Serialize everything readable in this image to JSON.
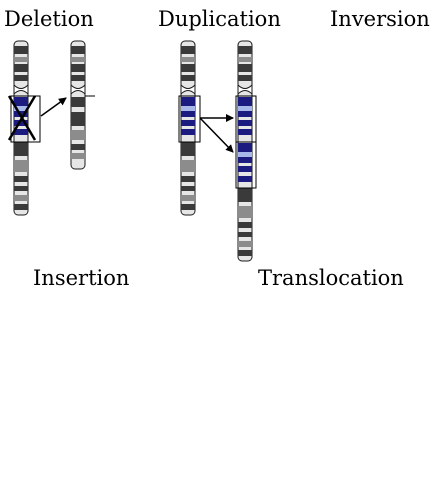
{
  "labels": {
    "deletion": "Deletion",
    "duplication": "Duplication",
    "inversion": "Inversion",
    "insertion": "Insertion",
    "translocation": "Translocation"
  },
  "colors": {
    "band_dark": "#3a3a3a",
    "band_gray": "#8c8c8c",
    "band_light": "#e6e6e6",
    "highlight_dark": "#1c1c80",
    "highlight_light": "#a8b8e8",
    "outline": "#1a1a1a"
  }
}
